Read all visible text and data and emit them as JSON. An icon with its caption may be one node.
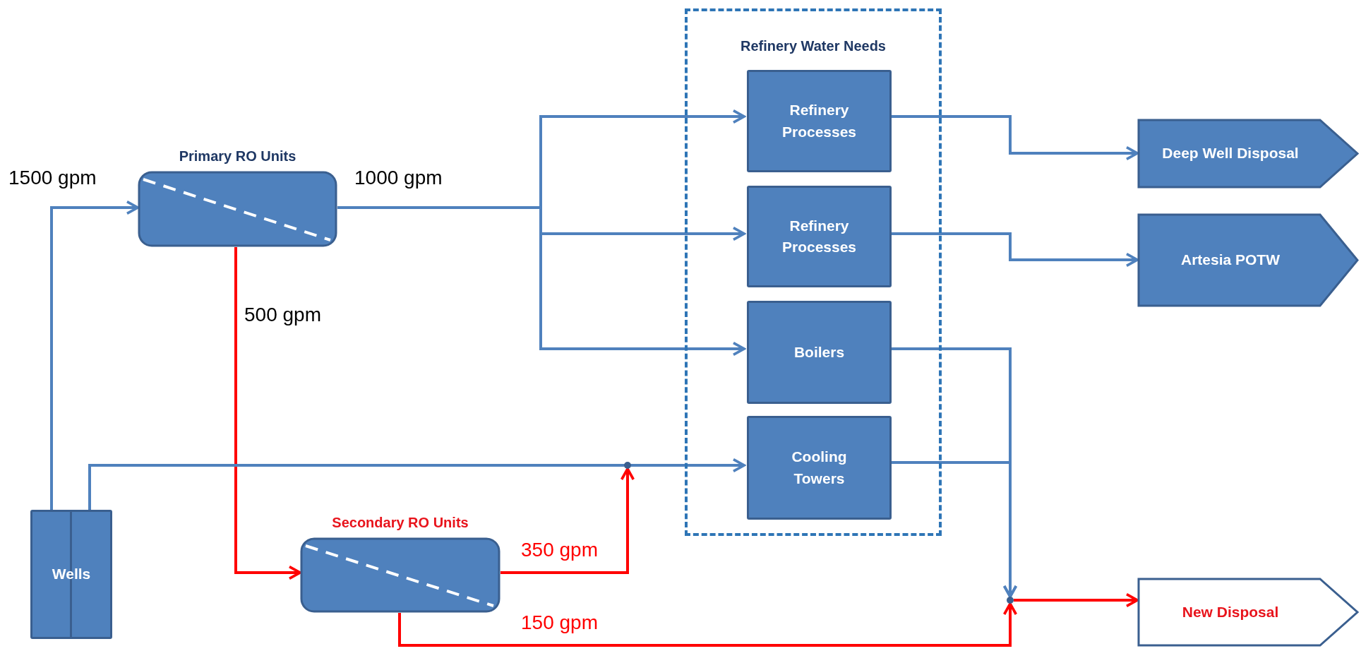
{
  "diagram": {
    "nodes": [
      {
        "text": [
          "Primary RO Units"
        ]
      },
      {
        "text": [
          "Refinery Water Needs"
        ]
      },
      {
        "text": [
          "Refinery Processes"
        ],
        "in": 1
      },
      {
        "text": [
          "Refinery Processes"
        ],
        "in": 1
      },
      {
        "text": [
          "Boilers"
        ],
        "in": 1
      },
      {
        "text": [
          "Cooling Towers"
        ],
        "in": 1
      },
      {
        "text": [
          "Deep Well Disposal"
        ]
      },
      {
        "text": [
          "Artesia POTW"
        ]
      },
      {
        "text": [],
        "shape": "circle"
      },
      {
        "text": [
          "Wells"
        ]
      },
      {
        "text": [
          "Secondary RO Units"
        ]
      },
      {
        "text": [],
        "shape": "circle"
      },
      {
        "text": [
          "New Disposal"
        ]
      }
    ],
    "edges": [
      {
        "from": 9,
        "to": 0,
        "arrow": "to",
        "label": "1500 gpm"
      },
      {
        "from": 0,
        "to": 2,
        "arrow": "to",
        "label": "1000 gpm"
      },
      {
        "from": 0,
        "to": 3,
        "arrow": "to"
      },
      {
        "from": 0,
        "to": 4,
        "arrow": "to"
      },
      {
        "from": 0,
        "to": 10,
        "arrow": "to",
        "label": "500 gpm",
        "color": "#ff0000"
      },
      {
        "from": 9,
        "to": 5,
        "arrow": "to"
      },
      {
        "from": 10,
        "to": 8,
        "arrow": "to",
        "label": "350 gpm",
        "color": "#ff0000"
      },
      {
        "from": 2,
        "to": 6,
        "arrow": "to"
      },
      {
        "from": 3,
        "to": 7,
        "arrow": "to"
      },
      {
        "from": 4,
        "to": 11,
        "arrow": "to"
      },
      {
        "from": 5,
        "to": 11,
        "arrow": "to"
      },
      {
        "from": 10,
        "to": 11,
        "arrow": "to",
        "label": "150 gpm",
        "color": "#ff0000"
      },
      {
        "from": 11,
        "to": 12,
        "arrow": "to",
        "color": "#ff0000"
      }
    ]
  }
}
